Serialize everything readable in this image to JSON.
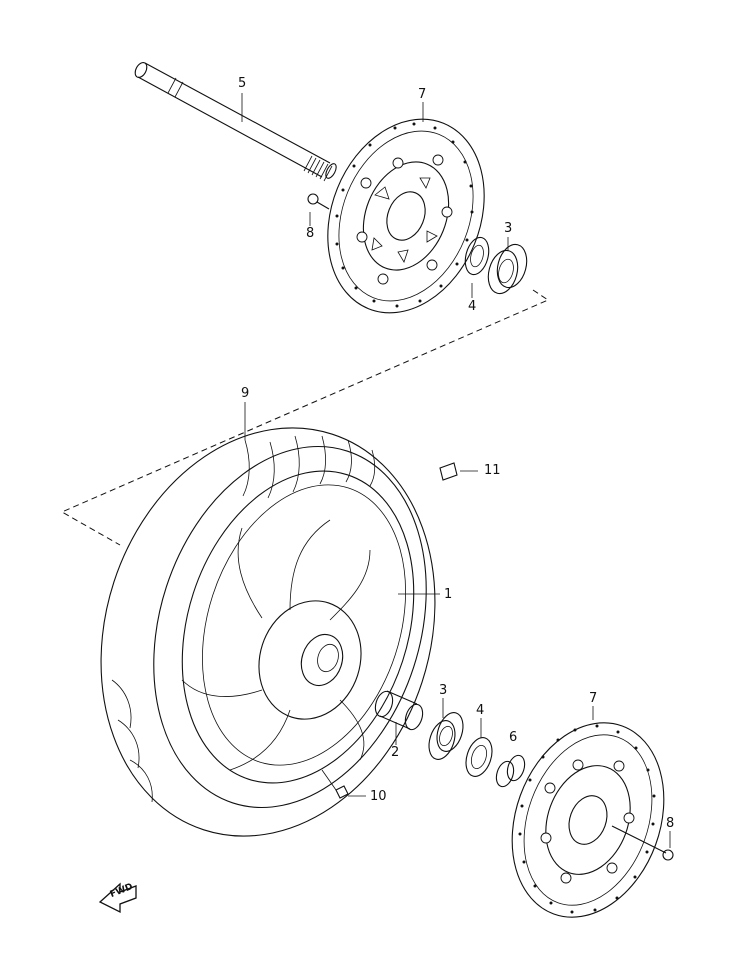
{
  "diagram": {
    "type": "exploded-parts-view",
    "subject": "front wheel assembly",
    "parts": [
      {
        "ref": "1"
      },
      {
        "ref": "2"
      },
      {
        "ref": "3"
      },
      {
        "ref": "3"
      },
      {
        "ref": "4"
      },
      {
        "ref": "4"
      },
      {
        "ref": "5"
      },
      {
        "ref": "6"
      },
      {
        "ref": "7"
      },
      {
        "ref": "7"
      },
      {
        "ref": "8"
      },
      {
        "ref": "8"
      },
      {
        "ref": "9"
      },
      {
        "ref": "10"
      },
      {
        "ref": "11"
      }
    ],
    "direction_marker": {
      "text": "FWD",
      "icon": "forward-arrow-icon"
    }
  }
}
